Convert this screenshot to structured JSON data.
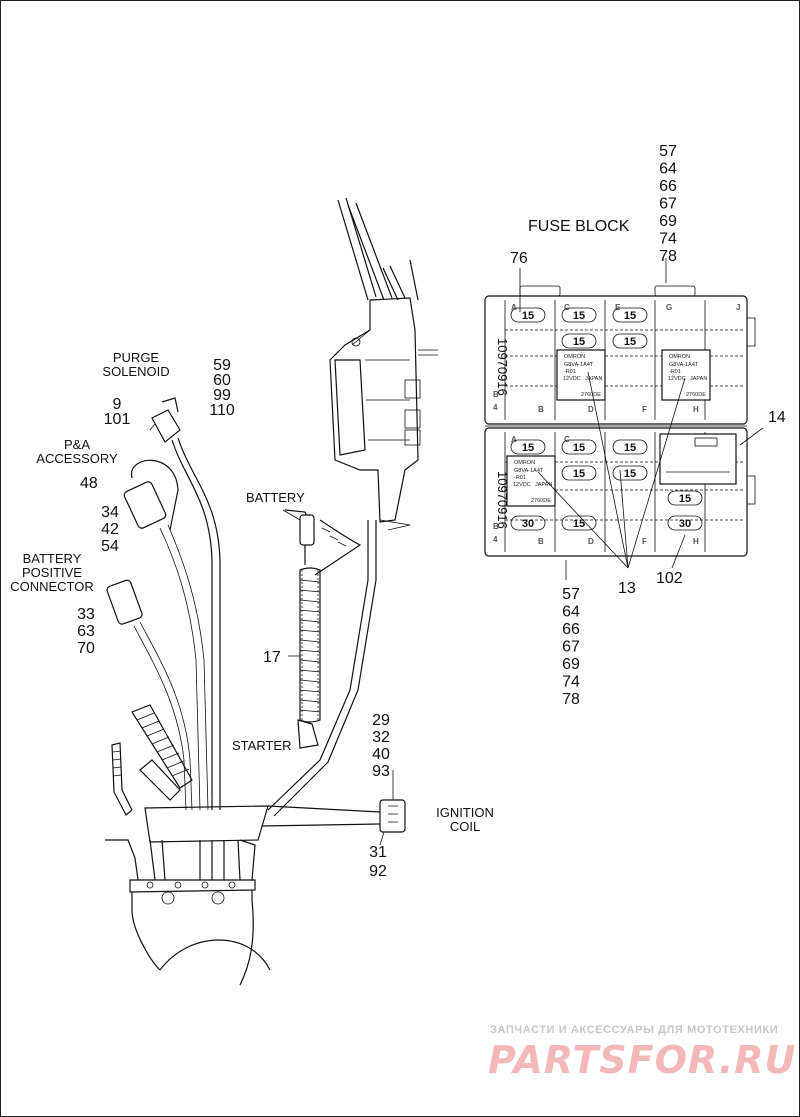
{
  "diagram": {
    "fuse_block_title": "FUSE BLOCK",
    "callouts": {
      "purge_solenoid": "PURGE\nSOLENOID",
      "pa_accessory": "P&A\nACCESSORY",
      "battery_positive_connector": "BATTERY\nPOSITIVE\nCONNECTOR",
      "battery": "BATTERY",
      "starter": "STARTER",
      "ignition_coil": "IGNITION\nCOIL",
      "n_9_101": "9\n101",
      "n_59_60_99_110": "59\n60\n99\n110",
      "n_48": "48",
      "n_34_42_54": "34\n42\n54",
      "n_33_63_70": "33\n63\n70",
      "n_17": "17",
      "n_29_32_40_93": "29\n32\n40\n93",
      "n_31_92": "31\n92",
      "n_top_list": "57\n64\n66\n67\n69\n74\n78",
      "n_bottom_list": "57\n64\n66\n67\n69\n74\n78",
      "n_76": "76",
      "n_14": "14",
      "n_13": "13",
      "n_102": "102"
    },
    "fuses_top": [
      "15",
      "15",
      "15",
      "15",
      "15"
    ],
    "fuses_bottom": [
      "15",
      "15",
      "15",
      "15",
      "30",
      "15",
      "15",
      "30"
    ],
    "relay_text": {
      "brand": "OMRON",
      "model": "G8VA-1A4T",
      "suffix": "-R01",
      "voltage": "12VDC",
      "origin": "JAPAN",
      "code": "2760DE"
    },
    "side_code": "10970916",
    "watermark": {
      "tagline": "ЗАПЧАСТИ И АКСЕССУАРЫ ДЛЯ МОТОТЕХНИКИ",
      "logo": "PARTSFOR.RU"
    }
  }
}
